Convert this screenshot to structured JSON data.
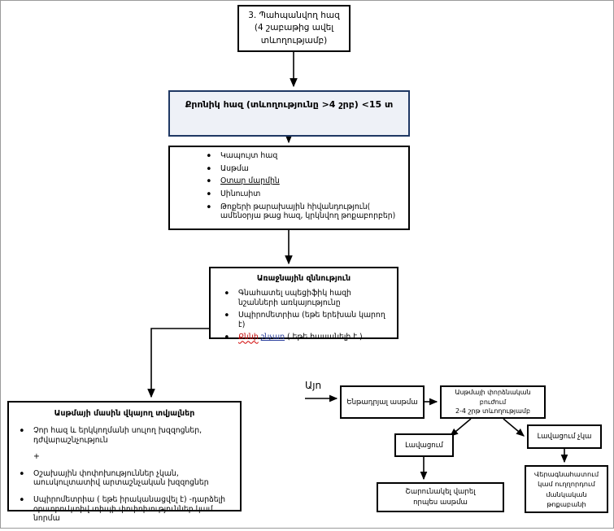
{
  "diagram": {
    "title_box": {
      "line1": "3. Պահպանվող հազ",
      "line2": "(4 շաբաթից ավել",
      "line3": "տևողությամբ)"
    },
    "chronic_box": {
      "text": "Քրոնիկ հազ (տևողությունը >4 շրբ) <15 տ",
      "border_color": "#1f3864",
      "fill_color": "#eef1f7"
    },
    "causes_box": {
      "items": [
        "Կապույտ հազ",
        "Ասթմա",
        "Օտար մարմին",
        "Սինուսիտ",
        "Թոքերի թարախային հիվանդություն( ամենօրյա թաց հազ, կրկնվող թոքաբորբեր)"
      ]
    },
    "initial_exam_box": {
      "title": "Առաջնային զննություն",
      "items": [
        "Գնահատել սպեցիֆիկ հազի նշանների առկայությունը",
        "Սպիրոմետրիա (եթե երեխան կարող է)",
        "Քննի շնչառ ( եթե հասանելի է )"
      ],
      "item3_parts": {
        "red": "Քննի",
        "blue": "շնչառ",
        "rest": "( եթե հասանելի է )"
      }
    },
    "asthma_box": {
      "title": "Ասթմայի մասին վկայող տվյալներ",
      "items": [
        "Չոր հազ և երկկողմանի սուլող խզզոցներ, դժվարաշնչություն",
        "+",
        "Օշախային փոփոխություններ չկան, աուսկուլտատիվ արտաշնչական խզզոցներ",
        "Սպիրոմետրիա ( եթե իրականացվել է) -դարձելի օբստրուկտիվ տիպի փոփոխություններ կամ նորմա"
      ]
    },
    "yes_label": "Այո",
    "suspected_box": {
      "text": "Ենթադրյալ ասթմա"
    },
    "trial_box": {
      "line1": "Ասթմայի փորձնական բուժում",
      "line2": "2-4 շրթ տևողությամբ"
    },
    "improve_box": {
      "text": "Լավացում"
    },
    "no_improve_box": {
      "text": "Լավացում չկա"
    },
    "continue_box": {
      "line1": "Շարունակել վարել",
      "line2": "որպես ասթմա"
    },
    "reassess_box": {
      "line1": "Վերագնահատում",
      "line2": "կամ ուղղորդում",
      "line3": "մանկական",
      "line4": "թոքաբանի"
    }
  }
}
